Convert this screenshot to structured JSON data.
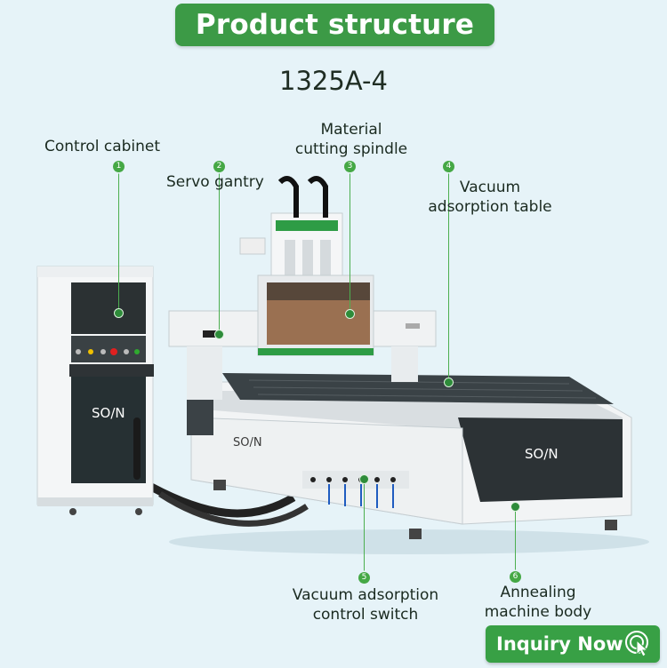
{
  "header": {
    "title": "Product structure",
    "model": "1325A-4"
  },
  "brand": {
    "logo_text": "SO/N"
  },
  "callouts": [
    {
      "num": "1",
      "label": "Control cabinet"
    },
    {
      "num": "2",
      "label": "Servo gantry"
    },
    {
      "num": "3",
      "label_line1": "Material",
      "label_line2": "cutting spindle"
    },
    {
      "num": "4",
      "label_line1": "Vacuum",
      "label_line2": "adsorption table"
    },
    {
      "num": "5",
      "label_line1": "Vacuum adsorption",
      "label_line2": "control switch"
    },
    {
      "num": "6",
      "label_line1": "Annealing",
      "label_line2": "machine body"
    }
  ],
  "cta": {
    "label": "Inquiry Now",
    "icon": "pointer-click-icon"
  },
  "colors": {
    "accent": "#3c9a46",
    "background": "#e6f3f8"
  }
}
